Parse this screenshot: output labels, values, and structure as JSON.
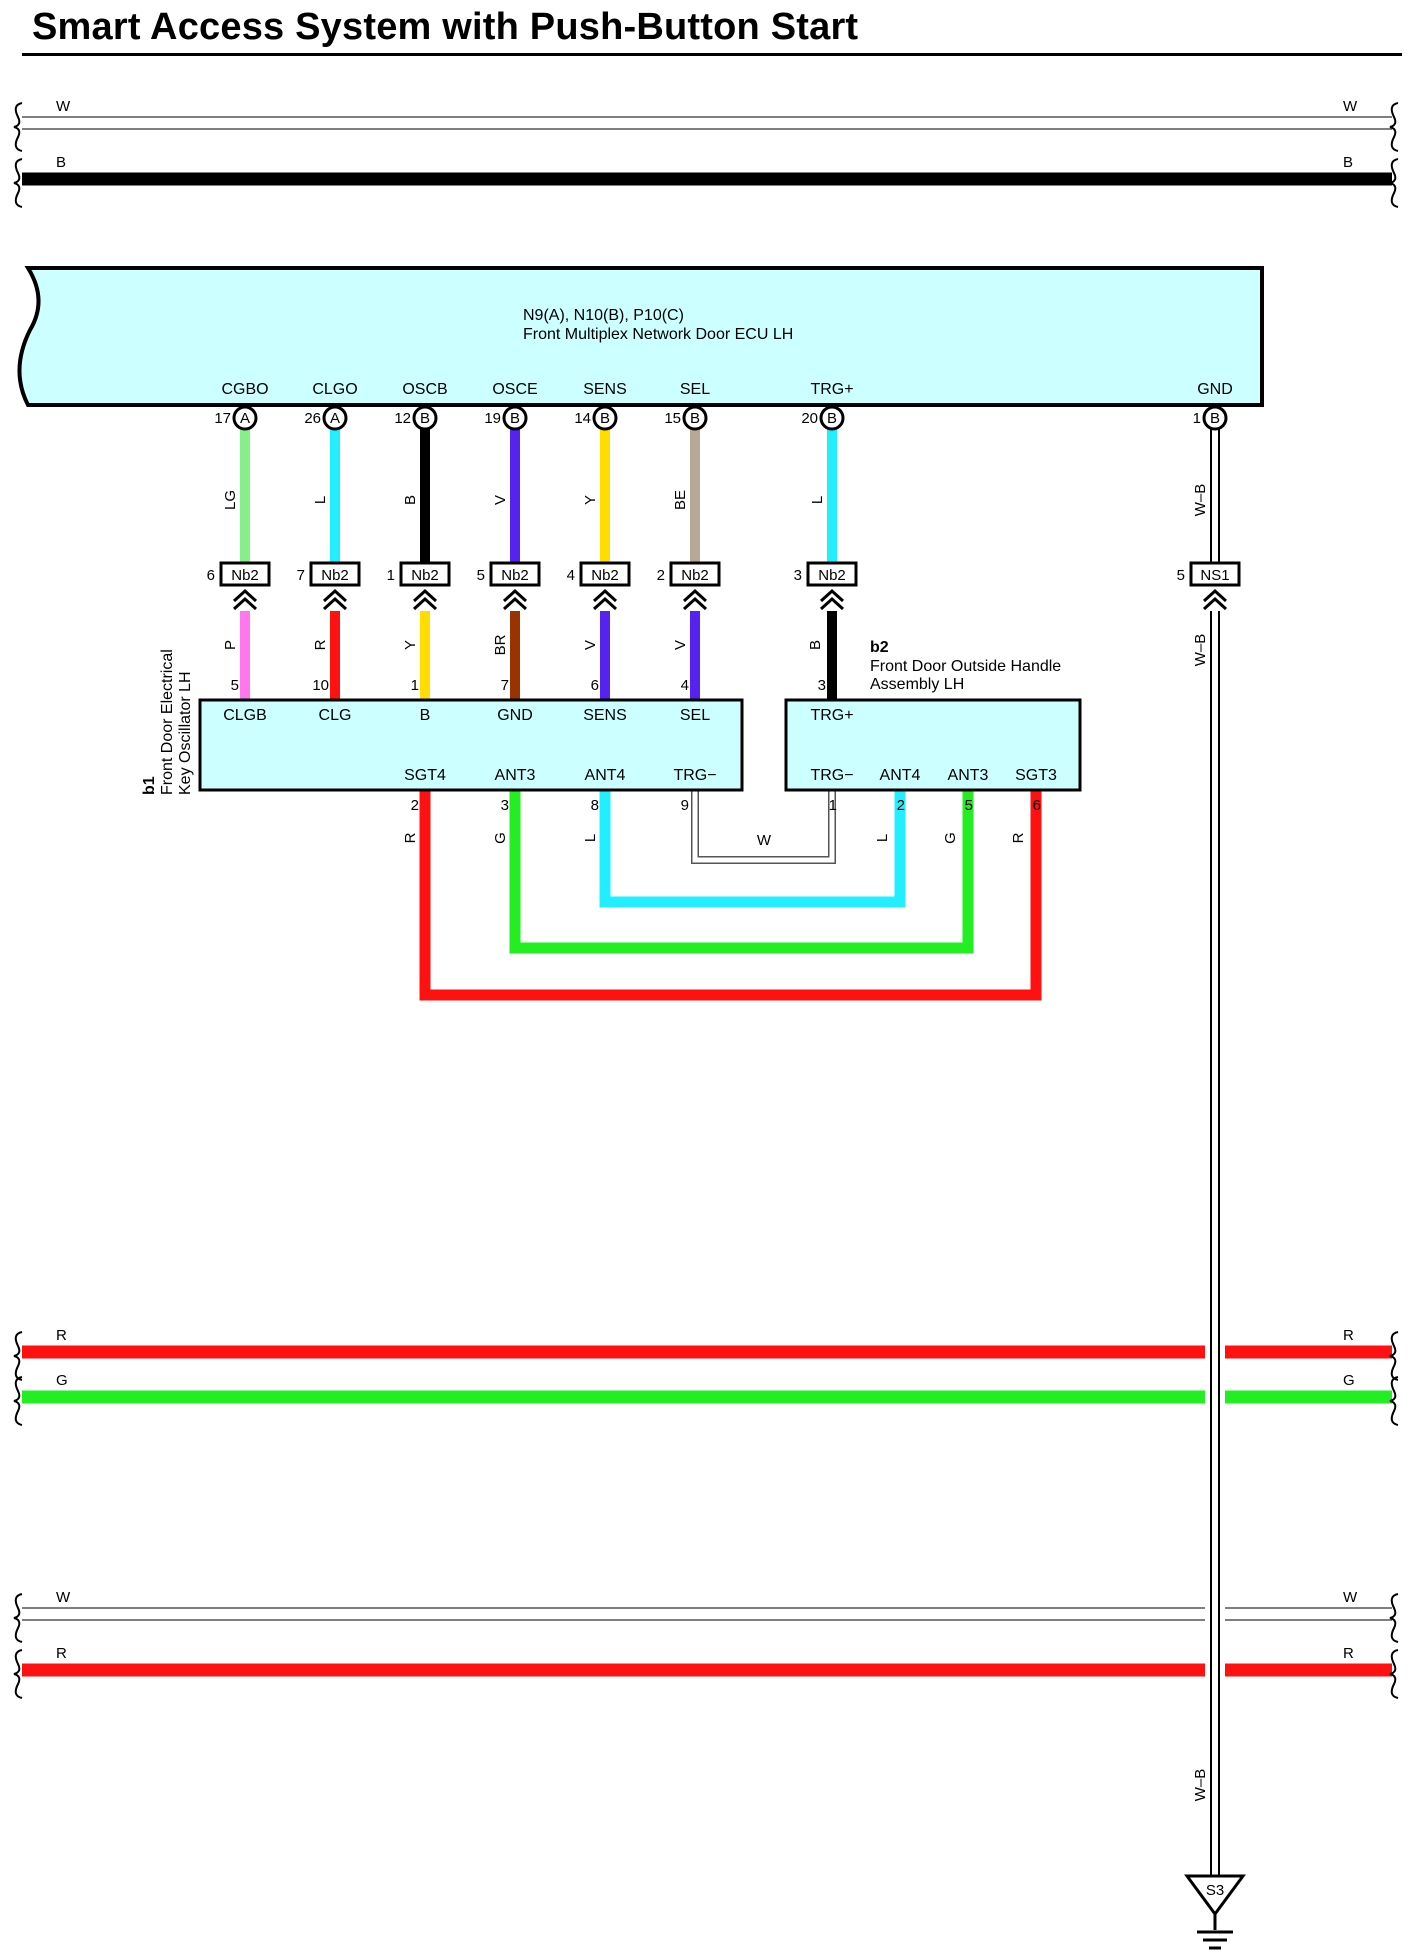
{
  "title": "Smart Access System with Push-Button Start",
  "colors": {
    "box_fill": "#ccffff",
    "LG": "#88ee88",
    "L": "#22eeff",
    "B": "#000000",
    "V": "#5522ee",
    "Y": "#ffdd00",
    "BE": "#b8a898",
    "P": "#ff77ee",
    "R": "#ff1111",
    "BR": "#993300",
    "G": "#22ee22",
    "W": "#ffffff"
  },
  "buses": {
    "top": [
      {
        "label": "W",
        "color": "W"
      },
      {
        "label": "B",
        "color": "B"
      }
    ],
    "middle": [
      {
        "label": "R",
        "color": "R"
      },
      {
        "label": "G",
        "color": "G"
      }
    ],
    "bottom": [
      {
        "label": "W",
        "color": "W"
      },
      {
        "label": "R",
        "color": "R"
      }
    ]
  },
  "ecu": {
    "code": "N9(A), N10(B), P10(C)",
    "name": "Front Multiplex Network Door ECU LH",
    "terminals": [
      {
        "signal": "CGBO",
        "pin": "17",
        "conn": "A",
        "wire": "LG"
      },
      {
        "signal": "CLGO",
        "pin": "26",
        "conn": "A",
        "wire": "L"
      },
      {
        "signal": "OSCB",
        "pin": "12",
        "conn": "B",
        "wire": "B"
      },
      {
        "signal": "OSCE",
        "pin": "19",
        "conn": "B",
        "wire": "V"
      },
      {
        "signal": "SENS",
        "pin": "14",
        "conn": "B",
        "wire": "Y"
      },
      {
        "signal": "SEL",
        "pin": "15",
        "conn": "B",
        "wire": "BE"
      },
      {
        "signal": "TRG+",
        "pin": "20",
        "conn": "B",
        "wire": "L"
      },
      {
        "signal": "GND",
        "pin": "1",
        "conn": "B",
        "wire": "W-B"
      }
    ]
  },
  "junctions": [
    {
      "pin": "6",
      "name": "Nb2",
      "wire_below": "P"
    },
    {
      "pin": "7",
      "name": "Nb2",
      "wire_below": "R"
    },
    {
      "pin": "1",
      "name": "Nb2",
      "wire_below": "Y"
    },
    {
      "pin": "5",
      "name": "Nb2",
      "wire_below": "BR"
    },
    {
      "pin": "4",
      "name": "Nb2",
      "wire_below": "V"
    },
    {
      "pin": "2",
      "name": "Nb2",
      "wire_below": "V"
    },
    {
      "pin": "3",
      "name": "Nb2",
      "wire_below": "B"
    },
    {
      "pin": "5",
      "name": "NS1",
      "wire_below": "W-B"
    }
  ],
  "b1": {
    "code": "b1",
    "name_line1": "Front Door Electrical",
    "name_line2": "Key Oscillator LH",
    "top_terminals": [
      {
        "signal": "CLGB",
        "pin": "5"
      },
      {
        "signal": "CLG",
        "pin": "10"
      },
      {
        "signal": "B",
        "pin": "1"
      },
      {
        "signal": "GND",
        "pin": "7"
      },
      {
        "signal": "SENS",
        "pin": "6"
      },
      {
        "signal": "SEL",
        "pin": "4"
      }
    ],
    "bottom_terminals": [
      {
        "signal": "SGT4",
        "pin": "2",
        "wire": "R"
      },
      {
        "signal": "ANT3",
        "pin": "3",
        "wire": "G"
      },
      {
        "signal": "ANT4",
        "pin": "8",
        "wire": "L"
      },
      {
        "signal": "TRG−",
        "pin": "9",
        "wire": "W"
      }
    ]
  },
  "b2": {
    "code": "b2",
    "name_line1": "Front Door Outside Handle",
    "name_line2": "Assembly LH",
    "top_terminals": [
      {
        "signal": "TRG+",
        "pin": "3"
      }
    ],
    "bottom_terminals": [
      {
        "signal": "TRG−",
        "pin": "1",
        "wire": "W"
      },
      {
        "signal": "ANT4",
        "pin": "2",
        "wire": "L"
      },
      {
        "signal": "ANT3",
        "pin": "5",
        "wire": "G"
      },
      {
        "signal": "SGT3",
        "pin": "6",
        "wire": "R"
      }
    ]
  },
  "ground_wire_labels": [
    "W–B",
    "W–B",
    "W–B"
  ],
  "ground": {
    "name": "S3"
  }
}
